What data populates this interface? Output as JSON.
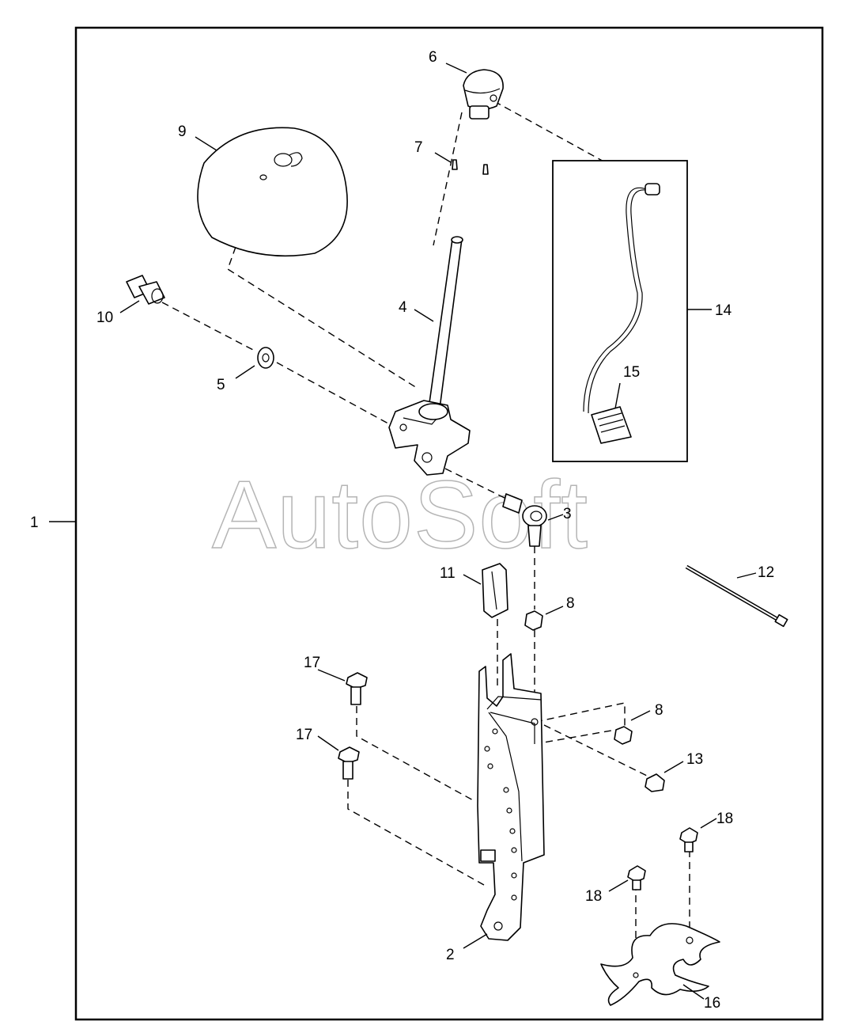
{
  "watermark": "AutoSoft",
  "callouts": {
    "c1": "1",
    "c2": "2",
    "c3": "3",
    "c4": "4",
    "c5": "5",
    "c6": "6",
    "c7": "7",
    "c8a": "8",
    "c8b": "8",
    "c9": "9",
    "c10": "10",
    "c11": "11",
    "c12": "12",
    "c13": "13",
    "c14": "14",
    "c15": "15",
    "c16": "16",
    "c17a": "17",
    "c17b": "17",
    "c18a": "18",
    "c18b": "18"
  }
}
